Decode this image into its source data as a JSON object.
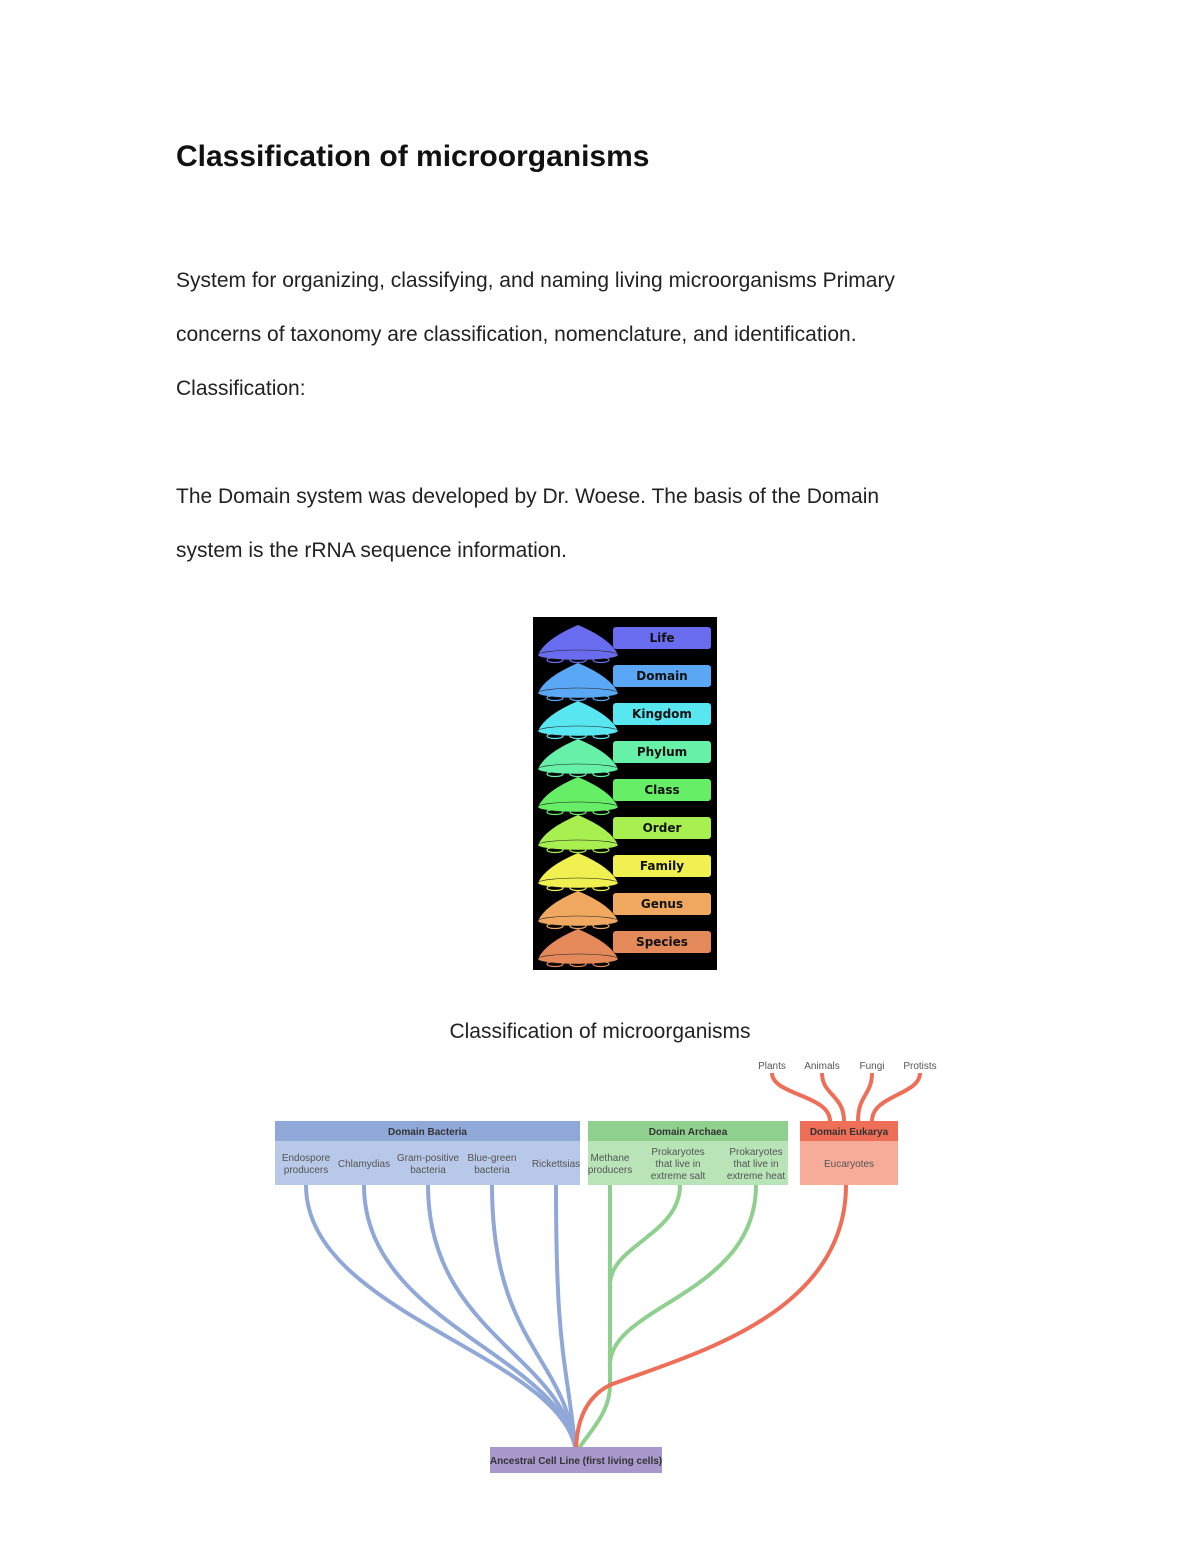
{
  "document": {
    "title": "Classification of microorganisms",
    "paragraph1": {
      "line1": "System for organizing, classifying, and naming living microorganisms Primary",
      "line2": "concerns of taxonomy are classification, nomenclature, and identification.",
      "line3": "Classification:"
    },
    "paragraph2": {
      "line1": "The Domain system was developed by Dr. Woese. The basis of the Domain",
      "line2": "system is the rRNA sequence information."
    },
    "caption": "Classification of microorganisms"
  },
  "rank_figure": {
    "ranks": [
      {
        "label": "Life",
        "color": "#6a6cf0"
      },
      {
        "label": "Domain",
        "color": "#5aa8f5"
      },
      {
        "label": "Kingdom",
        "color": "#58e6f0"
      },
      {
        "label": "Phylum",
        "color": "#66f0a8"
      },
      {
        "label": "Class",
        "color": "#66ee66"
      },
      {
        "label": "Order",
        "color": "#a8f050"
      },
      {
        "label": "Family",
        "color": "#f0f050"
      },
      {
        "label": "Genus",
        "color": "#f0a860"
      },
      {
        "label": "Species",
        "color": "#e48a5a"
      }
    ]
  },
  "tree_figure": {
    "root": "Ancestral Cell Line (first living cells)",
    "eukarya_groups": [
      "Plants",
      "Animals",
      "Fungi",
      "Protists"
    ],
    "domains": [
      {
        "name": "Domain Bacteria",
        "color": "#8fa8d8",
        "light": "#b8c8e8",
        "members": [
          "Endospore producers",
          "Chlamydias",
          "Gram-positive bacteria",
          "Blue-green bacteria",
          "Rickettsias"
        ]
      },
      {
        "name": "Domain Archaea",
        "color": "#8fd08f",
        "light": "#b8e4b8",
        "members": [
          "Methane producers",
          "Prokaryotes that live in extreme salt",
          "Prokaryotes that live in extreme heat"
        ]
      },
      {
        "name": "Domain Eukarya",
        "color": "#ee6e58",
        "light": "#f6ac98",
        "members": [
          "Eucaryotes"
        ]
      }
    ]
  }
}
